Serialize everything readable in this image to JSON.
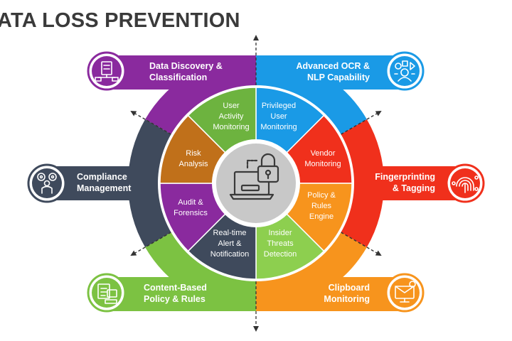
{
  "title": "ATA LOSS PREVENTION",
  "outer_segments": [
    {
      "id": "data-discovery",
      "lines": [
        "Data Discovery &",
        "Classification"
      ],
      "color": "#8a2a9e",
      "icon": "server-network-icon"
    },
    {
      "id": "advanced-ocr",
      "lines": [
        "Advanced OCR &",
        "NLP Capability"
      ],
      "color": "#1a9ae6",
      "icon": "ai-brain-icon"
    },
    {
      "id": "fingerprinting",
      "lines": [
        "Fingerprinting",
        "& Tagging"
      ],
      "color": "#f0301c",
      "icon": "fingerprint-icon"
    },
    {
      "id": "clipboard",
      "lines": [
        "Clipboard",
        "Monitoring"
      ],
      "color": "#f7941d",
      "icon": "clipboard-monitor-icon"
    },
    {
      "id": "content-based",
      "lines": [
        "Content-Based",
        "Policy & Rules"
      ],
      "color": "#7cc242",
      "icon": "document-rules-icon"
    },
    {
      "id": "compliance",
      "lines": [
        "Compliance",
        "Management"
      ],
      "color": "#3f4a5c",
      "icon": "compliance-gears-icon"
    }
  ],
  "inner_segments": [
    {
      "id": "privileged-user",
      "lines": [
        "Privileged",
        "User",
        "Monitoring"
      ],
      "color": "#1a9ae6"
    },
    {
      "id": "vendor",
      "lines": [
        "Vendor",
        "Monitoring"
      ],
      "color": "#f0301c"
    },
    {
      "id": "policy-rules-engine",
      "lines": [
        "Policy &",
        "Rules",
        "Engine"
      ],
      "color": "#f7941d"
    },
    {
      "id": "insider-threats",
      "lines": [
        "Insider",
        "Threats",
        "Detection"
      ],
      "color": "#8dcf4f"
    },
    {
      "id": "real-time-alert",
      "lines": [
        "Real-time",
        "Alert &",
        "Notification"
      ],
      "color": "#3f4a5c"
    },
    {
      "id": "audit-forensics",
      "lines": [
        "Audit &",
        "Forensics"
      ],
      "color": "#8a2a9e"
    },
    {
      "id": "risk-analysis",
      "lines": [
        "Risk",
        "Analysis"
      ],
      "color": "#c0701a"
    },
    {
      "id": "user-activity",
      "lines": [
        "User",
        "Activity",
        "Monitoring"
      ],
      "color": "#6db33f"
    }
  ],
  "center_icon": "laptop-lock-icon"
}
